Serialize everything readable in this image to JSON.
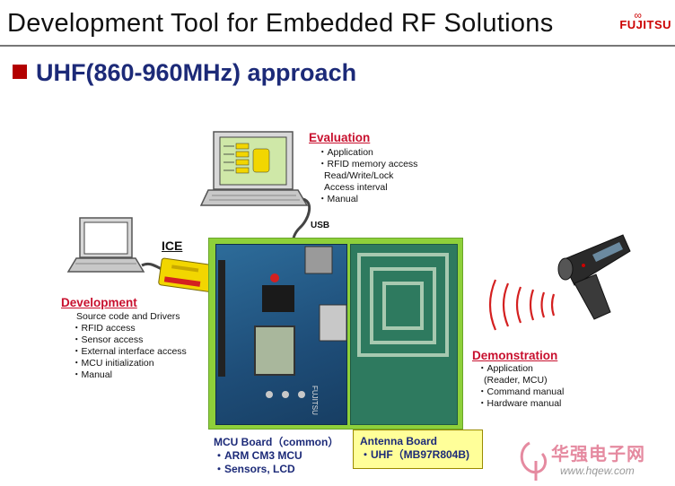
{
  "header": {
    "title": "Development Tool for Embedded RF Solutions",
    "logo_text": "FUJITSU",
    "subtitle": "UHF(860-960MHz) approach"
  },
  "evaluation": {
    "heading": "Evaluation",
    "items": [
      "・Application",
      "・RFID memory access",
      "Read/Write/Lock",
      "Access interval",
      "・Manual"
    ]
  },
  "development": {
    "heading": "Development",
    "items": [
      "Source code and Drivers",
      "・RFID access",
      "・Sensor access",
      "・External interface access",
      "・MCU  initialization",
      "・Manual"
    ]
  },
  "demonstration": {
    "heading": "Demonstration",
    "items": [
      "・Application",
      "(Reader, MCU)",
      "・Command manual",
      "・Hardware manual"
    ]
  },
  "labels": {
    "ice": "ICE",
    "usb": "USB",
    "mcu_board": [
      "MCU Board（common）",
      "・ARM CM3 MCU",
      "・Sensors, LCD"
    ],
    "antenna_board": [
      "Antenna Board",
      "・UHF（MB97R804B)"
    ],
    "board_silkscreen": "FUJITSU"
  },
  "watermark": {
    "cn": "华强电子网",
    "url": "www.hqew.com"
  },
  "colors": {
    "title_navy": "#1c2a78",
    "section_red": "#c8102e",
    "board_green": "#8ed03a",
    "ice_yellow": "#f2d600",
    "antenna_box": "#ffff99"
  }
}
